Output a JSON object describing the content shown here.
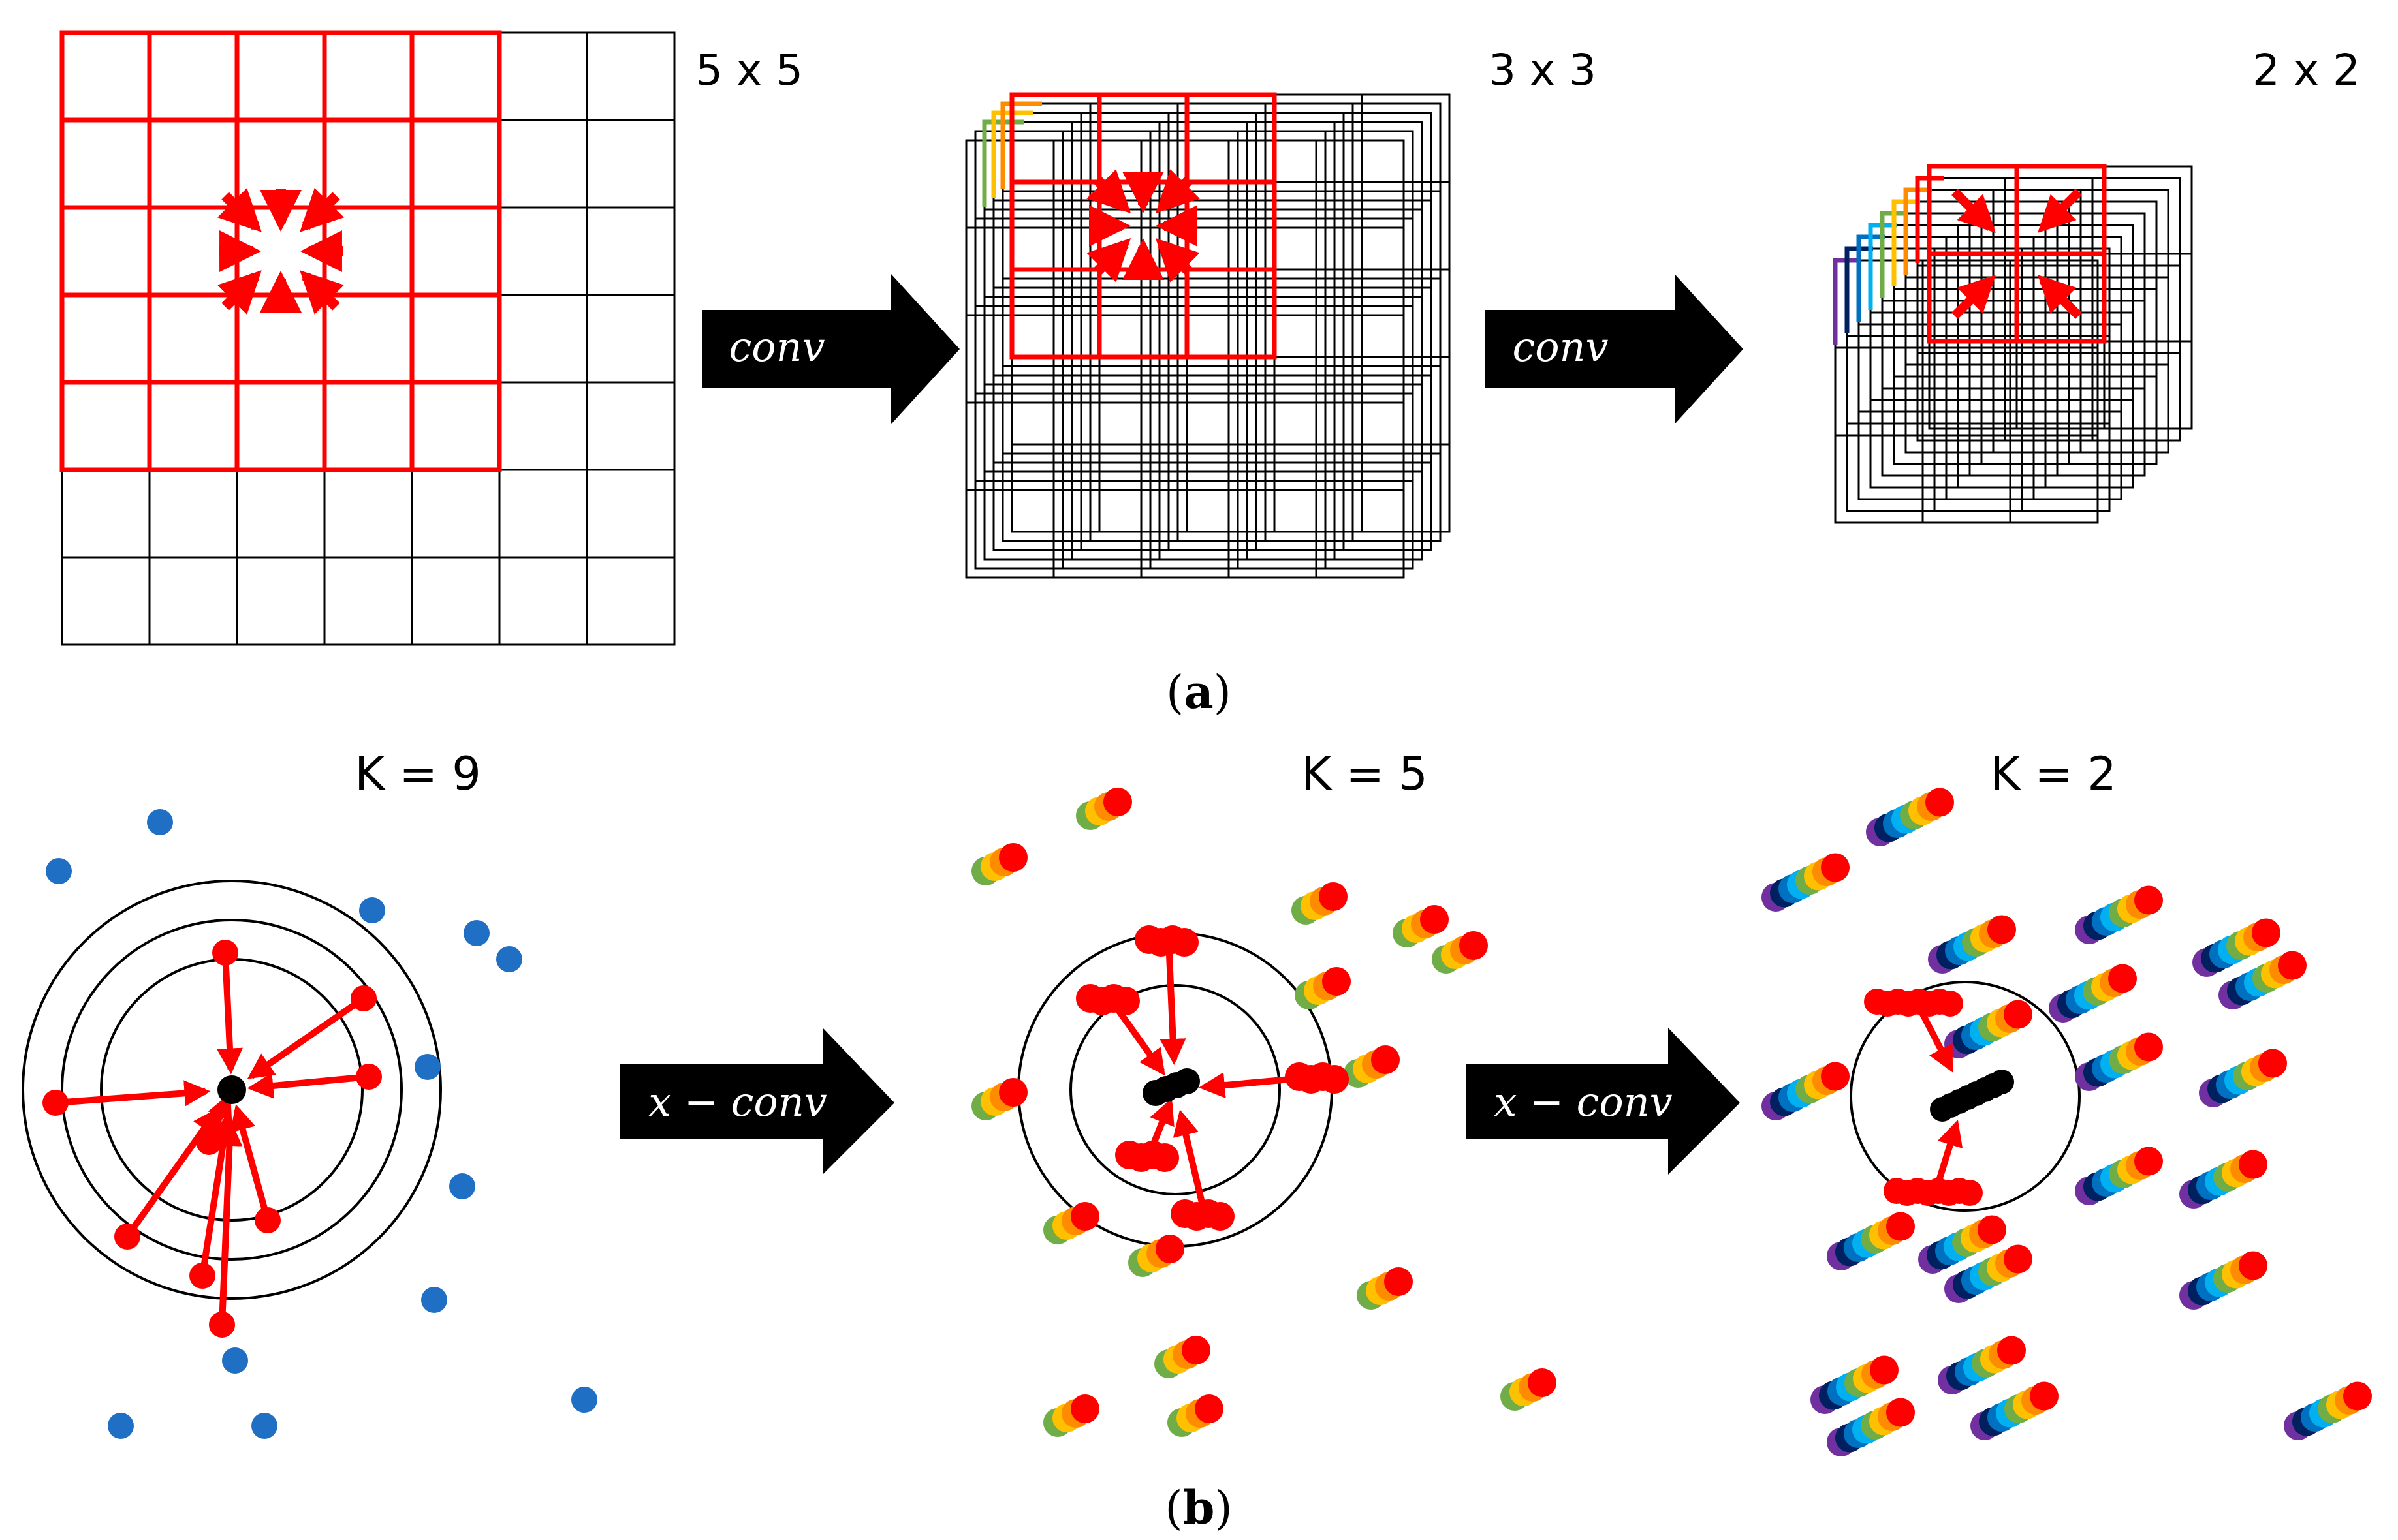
{
  "panel_a": {
    "grids": [
      {
        "label": "5 x 5"
      },
      {
        "label": "3 x 3"
      },
      {
        "label": "2 x 2"
      }
    ],
    "arrows": [
      "conv",
      "conv"
    ],
    "caption_open": "(",
    "caption_letter": "a",
    "caption_close": ")"
  },
  "panel_b": {
    "k_labels": [
      "K = 9",
      "K = 5",
      "K = 2"
    ],
    "arrows": [
      "x − conv",
      "x − conv"
    ],
    "caption_open": "(",
    "caption_letter": "b",
    "caption_close": ")"
  },
  "colors": {
    "grid_line": "#000000",
    "highlight": "#ff0000",
    "point": "#1f6fc5",
    "center": "#000000",
    "channel_stack": [
      "#7030a0",
      "#002060",
      "#0070c0",
      "#00b0f0",
      "#70ad47",
      "#ffc000",
      "#ff8c00",
      "#ff0000"
    ]
  }
}
